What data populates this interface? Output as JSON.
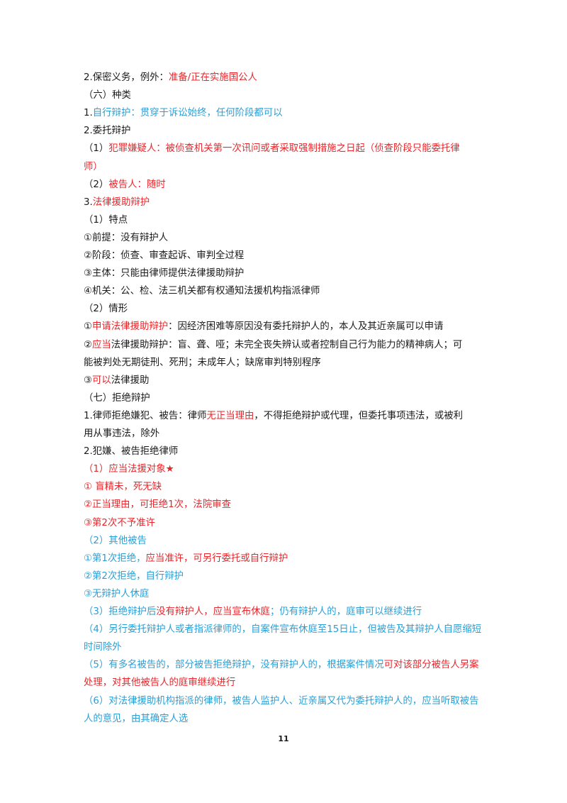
{
  "colors": {
    "red": "#e8262b",
    "blue": "#2a9fd6",
    "black": "#1a1a1a"
  },
  "lines": [
    {
      "segments": [
        {
          "text": "2.保密义务，例外：",
          "color": "black"
        },
        {
          "text": "准备/正在实施国公人",
          "color": "red"
        }
      ]
    },
    {
      "segments": [
        {
          "text": "（六）种类",
          "color": "black"
        }
      ]
    },
    {
      "segments": [
        {
          "text": "1.",
          "color": "black"
        },
        {
          "text": "自行辩护：贯穿于诉讼始终，任何阶段都可以",
          "color": "blue"
        }
      ]
    },
    {
      "segments": [
        {
          "text": "2.委托辩护",
          "color": "black"
        }
      ]
    },
    {
      "segments": [
        {
          "text": "（1）",
          "color": "black"
        },
        {
          "text": "犯罪嫌疑人：被侦查机关第一次讯问或者采取强制措施之日起（侦查阶段只能委托律",
          "color": "red"
        }
      ]
    },
    {
      "segments": [
        {
          "text": "师）",
          "color": "red"
        }
      ]
    },
    {
      "segments": [
        {
          "text": "（2）",
          "color": "black"
        },
        {
          "text": "被告人：随时",
          "color": "red"
        }
      ]
    },
    {
      "segments": [
        {
          "text": "3.",
          "color": "black"
        },
        {
          "text": "法律援助辩护",
          "color": "red"
        }
      ]
    },
    {
      "segments": [
        {
          "text": "（1）特点",
          "color": "black"
        }
      ]
    },
    {
      "segments": [
        {
          "text": "①前提：没有辩护人",
          "color": "black"
        }
      ]
    },
    {
      "segments": [
        {
          "text": "②阶段：侦查、审查起诉、审判全过程",
          "color": "black"
        }
      ]
    },
    {
      "segments": [
        {
          "text": "③主体：只能由律师提供法律援助辩护",
          "color": "black"
        }
      ]
    },
    {
      "segments": [
        {
          "text": "④机关：公、检、法三机关都有权通知法援机构指派律师",
          "color": "black"
        }
      ]
    },
    {
      "segments": [
        {
          "text": "（2）情形",
          "color": "black"
        }
      ]
    },
    {
      "segments": [
        {
          "text": "①",
          "color": "black"
        },
        {
          "text": "申请法律援助辩护",
          "color": "red"
        },
        {
          "text": "：因经济困难等原因没有委托辩护人的，本人及其近亲属可以申请",
          "color": "black"
        }
      ]
    },
    {
      "segments": [
        {
          "text": "②",
          "color": "black"
        },
        {
          "text": "应当",
          "color": "red"
        },
        {
          "text": "法律援助辩护：盲、聋、哑；未完全丧失辨认或者控制自己行为能力的精神病人；可",
          "color": "black"
        }
      ]
    },
    {
      "segments": [
        {
          "text": "能被判处无期徒刑、死刑；未成年人；缺席审判特别程序",
          "color": "black"
        }
      ]
    },
    {
      "segments": [
        {
          "text": "③",
          "color": "black"
        },
        {
          "text": "可以",
          "color": "red"
        },
        {
          "text": "法律援助",
          "color": "black"
        }
      ]
    },
    {
      "segments": [
        {
          "text": "（七）拒绝辩护",
          "color": "black"
        }
      ]
    },
    {
      "segments": [
        {
          "text": "1.律师拒绝嫌犯、被告：律师",
          "color": "black"
        },
        {
          "text": "无正当理由",
          "color": "red"
        },
        {
          "text": "，不得拒绝辩护或代理，但委托事项违法，或被利",
          "color": "black"
        }
      ]
    },
    {
      "segments": [
        {
          "text": "用从事违法，除外",
          "color": "black"
        }
      ]
    },
    {
      "segments": [
        {
          "text": "2.犯嫌、被告拒绝律师",
          "color": "black"
        }
      ]
    },
    {
      "segments": [
        {
          "text": "（1）应当法援对象★",
          "color": "red"
        }
      ]
    },
    {
      "segments": [
        {
          "text": "① 盲精未，死无缺",
          "color": "red"
        }
      ]
    },
    {
      "segments": [
        {
          "text": "②正当理由，可拒绝1次，法院审查",
          "color": "red"
        }
      ]
    },
    {
      "segments": [
        {
          "text": "③第2次不予准许",
          "color": "red"
        }
      ]
    },
    {
      "segments": [
        {
          "text": "（2）其他被告",
          "color": "blue"
        }
      ]
    },
    {
      "segments": [
        {
          "text": "①第1次拒绝，",
          "color": "blue"
        },
        {
          "text": "应当准许，可另行委托或自行辩护",
          "color": "red"
        }
      ]
    },
    {
      "segments": [
        {
          "text": "②第2次拒绝，自行辩护",
          "color": "blue"
        }
      ]
    },
    {
      "segments": [
        {
          "text": "③无辩护人休庭",
          "color": "blue"
        }
      ]
    },
    {
      "segments": [
        {
          "text": "（3）拒绝辩护后",
          "color": "blue"
        },
        {
          "text": "没有辩护人，应当宣布休庭",
          "color": "red"
        },
        {
          "text": "；仍有辩护人的，庭审可以继续进行",
          "color": "blue"
        }
      ]
    },
    {
      "segments": [
        {
          "text": "（4）另行委托辩护人或者指派律师的，自案件宣布休庭至15日止，但被告及其辩护人自愿缩短",
          "color": "blue"
        }
      ]
    },
    {
      "segments": [
        {
          "text": "时间除外",
          "color": "blue"
        }
      ]
    },
    {
      "segments": [
        {
          "text": "（5）有多名被告的，部分被告拒绝辩护，没有辩护人的，根据案件情况",
          "color": "blue"
        },
        {
          "text": "可对该部分被告人另案",
          "color": "red"
        }
      ]
    },
    {
      "segments": [
        {
          "text": "处理，对其他被告人的庭审继续进行",
          "color": "red"
        }
      ]
    },
    {
      "segments": [
        {
          "text": "（6）对法律援助机构指派的律师，被告人监护人、近亲属又代为委托辩护人的，应当听取被告",
          "color": "blue"
        }
      ]
    },
    {
      "segments": [
        {
          "text": "人的意见，由其确定人选",
          "color": "blue"
        }
      ]
    }
  ],
  "page_number": "11"
}
